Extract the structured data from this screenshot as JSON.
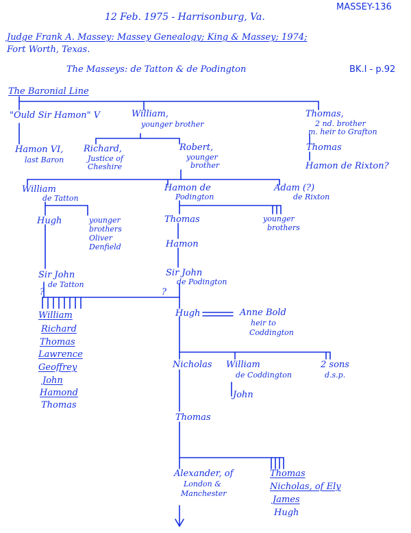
{
  "header": {
    "ref_code": "MASSEY-136",
    "date_place": "12 Feb. 1975 - Harrisonburg, Va.",
    "source_line1": "Judge Frank A. Massey: Massey Genealogy; King & Massey; 1974;",
    "source_line2": "Fort Worth, Texas.",
    "subject": "The Masseys: de Tatton & de Podington",
    "book_ref": "BK.I - p.92"
  },
  "tree": {
    "root": "The Baronial Line",
    "gen1": {
      "hamon_v": "\"Ould Sir Hamon\" V",
      "william": "William,",
      "william_note": "younger brother",
      "thomas": "Thomas,",
      "thomas_note1": "2 nd. brother",
      "thomas_note2": "m. heir to Grafton"
    },
    "gen2": {
      "hamon_vi": "Hamon VI,",
      "hamon_vi_note": "last Baron",
      "richard": "Richard,",
      "richard_note1": "Justice of",
      "richard_note2": "Cheshire",
      "robert": "Robert,",
      "robert_note1": "younger",
      "robert_note2": "brother",
      "thomas": "Thomas",
      "hamon_rixton": "Hamon de Rixton?"
    },
    "gen3": {
      "william": "William",
      "william_note": "de Tatton",
      "hamon": "Hamon de",
      "hamon_note": "Podington",
      "adam": "Adam (?)",
      "adam_note": "de Rixton"
    },
    "gen4": {
      "hugh": "Hugh",
      "yb1_1": "younger",
      "yb1_2": "brothers",
      "yb1_3": "Oliver",
      "yb1_4": "Denfield",
      "thomas": "Thomas",
      "yb2_1": "younger",
      "yb2_2": "brothers"
    },
    "gen5": {
      "hamon": "Hamon"
    },
    "gen6": {
      "sir_john_tatton": "Sir John",
      "sir_john_tatton_note": "de Tatton",
      "sir_john_pod": "Sir John",
      "sir_john_pod_note": "de Podington",
      "q1": "?",
      "q2": "?"
    },
    "tatton_children": [
      "William",
      "Richard",
      "Thomas",
      "Lawrence",
      "Geoffrey",
      "John",
      "Hamond",
      "Thomas"
    ],
    "gen7": {
      "hugh": "Hugh",
      "anne": "Anne Bold",
      "anne_note1": "heir to",
      "anne_note2": "Coddington"
    },
    "gen8": {
      "nicholas": "Nicholas",
      "william": "William",
      "william_note": "de Coddington",
      "sons": "2 sons",
      "sons_note": "d.s.p.",
      "john": "John"
    },
    "gen9": {
      "thomas": "Thomas"
    },
    "gen10": {
      "alexander1": "Alexander, of",
      "alexander2": "London &",
      "alexander3": "Manchester",
      "thomas": "Thomas",
      "nicholas": "Nicholas, of Ely",
      "james": "James",
      "hugh": "Hugh"
    }
  }
}
